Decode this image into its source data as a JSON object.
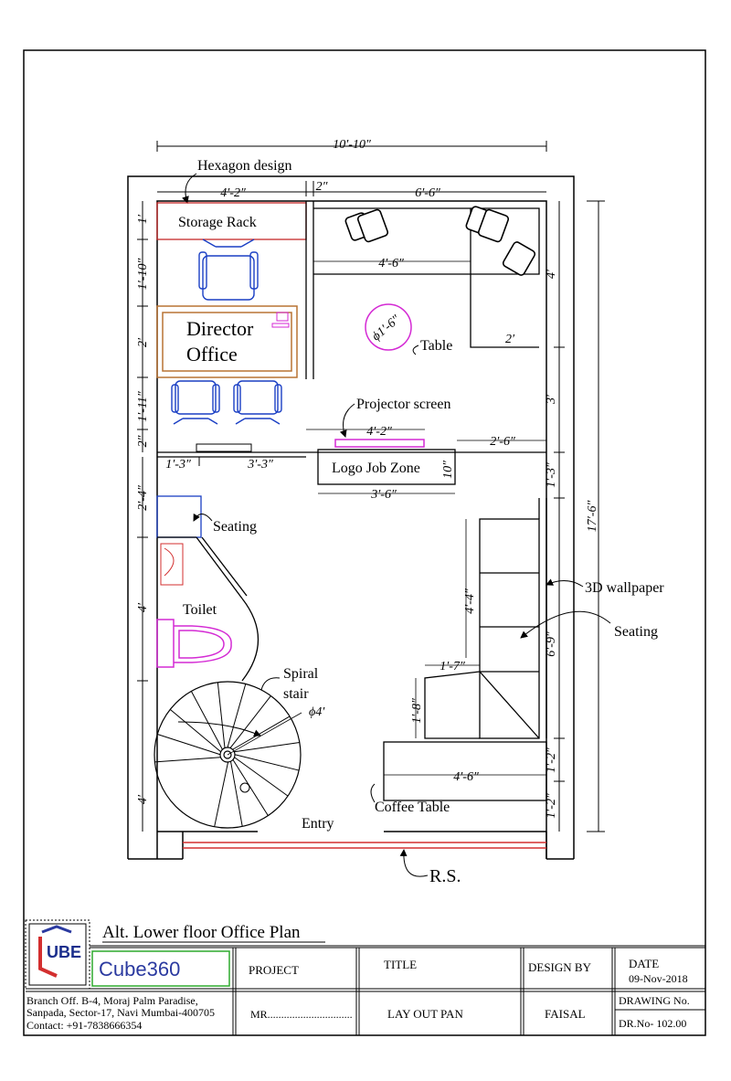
{
  "overall_width": "10′-10″",
  "overall_length": "17′-6″",
  "dims": {
    "top_left": "4′-2″",
    "top_gap": "2″",
    "top_right": "6′-6″",
    "desk_length": "4′-6″",
    "table_dia": "ϕ1′-6″",
    "desk_depth_right": "2′",
    "right_4": "4′",
    "right_3": "3′",
    "screen": "4′-2″",
    "screen_side": "2′-6″",
    "left_1": "1′",
    "left_1_10": "1′-10″",
    "left_2": "2′",
    "left_1_11": "1′-11″",
    "left_2b": "2″",
    "mid_1_3": "1′-3″",
    "mid_3_3": "3′-3″",
    "logo_depth": "10″",
    "logo_width": "3′-6″",
    "right_1_3": "1′-3″",
    "left_2_4": "2′-4″",
    "left_4a": "4′",
    "left_4b": "4′",
    "stair_run": "4′-4″",
    "stair_landing": "1′-7″",
    "stair_rise": "1′-8″",
    "right_6_9": "6′-9″",
    "right_1_2a": "1′-2″",
    "right_1_2b": "1′-2″",
    "coffee_len": "4′-6″",
    "spiral_dia": "ϕ4′"
  },
  "labels": {
    "hexagon": "Hexagon design",
    "storage": "Storage Rack",
    "director_1": "Director",
    "director_2": "Office",
    "table": "Table",
    "projector": "Projector screen",
    "logo_zone": "Logo Job Zone",
    "seating_left": "Seating",
    "toilet": "Toilet",
    "spiral_1": "Spiral",
    "spiral_2": "stair",
    "wallpaper": "3D wallpaper",
    "seating_right": "Seating",
    "coffee": "Coffee Table",
    "entry": "Entry",
    "rs": "R.S."
  },
  "title_block": {
    "plan_title": "Alt. Lower floor Office Plan",
    "logo_text": "UBE",
    "brand": "Cube360",
    "project_label": "PROJECT",
    "title_label": "TITLE",
    "design_label": "DESIGN BY",
    "date_label": "DATE",
    "date_value": "09-Nov-2018",
    "client": "MR...............................",
    "title_value": "LAY OUT PAN",
    "designer": "FAISAL",
    "drawing_label": "DRAWING No.",
    "drawing_value": "DR.No- 102.00",
    "address_1": "Branch Off. B-4, Moraj Palm Paradise,",
    "address_2": "Sanpada, Sector-17, Navi Mumbai-400705",
    "contact": "Contact: +91-7838666354"
  },
  "colors": {
    "storage_line": "#c62828",
    "director_box": "#b87333",
    "furniture": "#1a3fc4",
    "projector": "#d42ad4",
    "rs_line": "#d32f2f",
    "brand_border": "#2eaa2e"
  }
}
